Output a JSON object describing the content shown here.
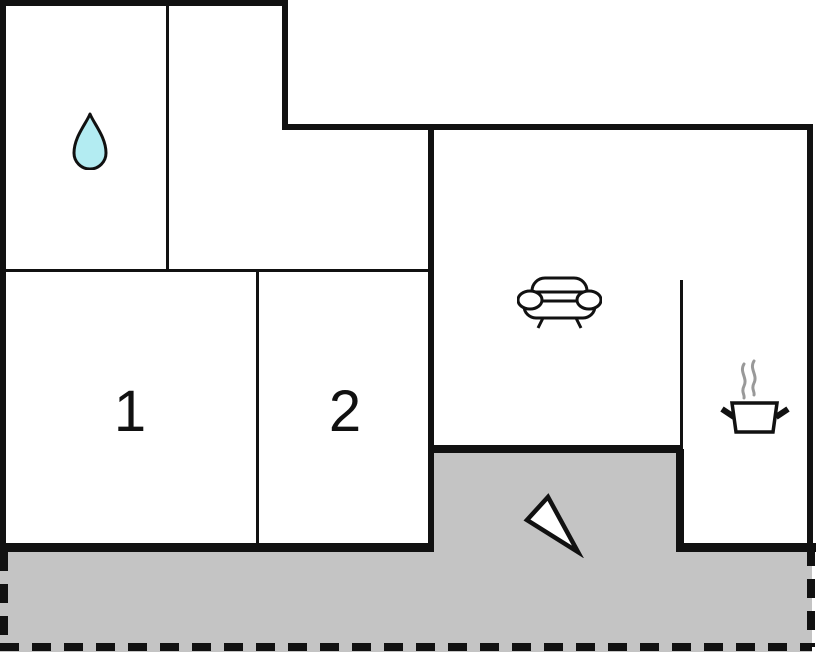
{
  "plan_title": "holiday-home floor plan",
  "rooms": [
    {
      "id": "bedroom-1",
      "label": "1"
    },
    {
      "id": "bedroom-2",
      "label": "2"
    }
  ],
  "icons": {
    "water_drop": "water-drop",
    "sofa": "sofa",
    "cooking_pot": "cooking-pot",
    "entrance_arrow": "entrance-direction-arrow"
  },
  "colors": {
    "wall": "#111111",
    "terrace_fill": "#c4c4c4",
    "water_drop_fill": "#b3ecf2",
    "steam": "#999999",
    "background": "#ffffff"
  }
}
